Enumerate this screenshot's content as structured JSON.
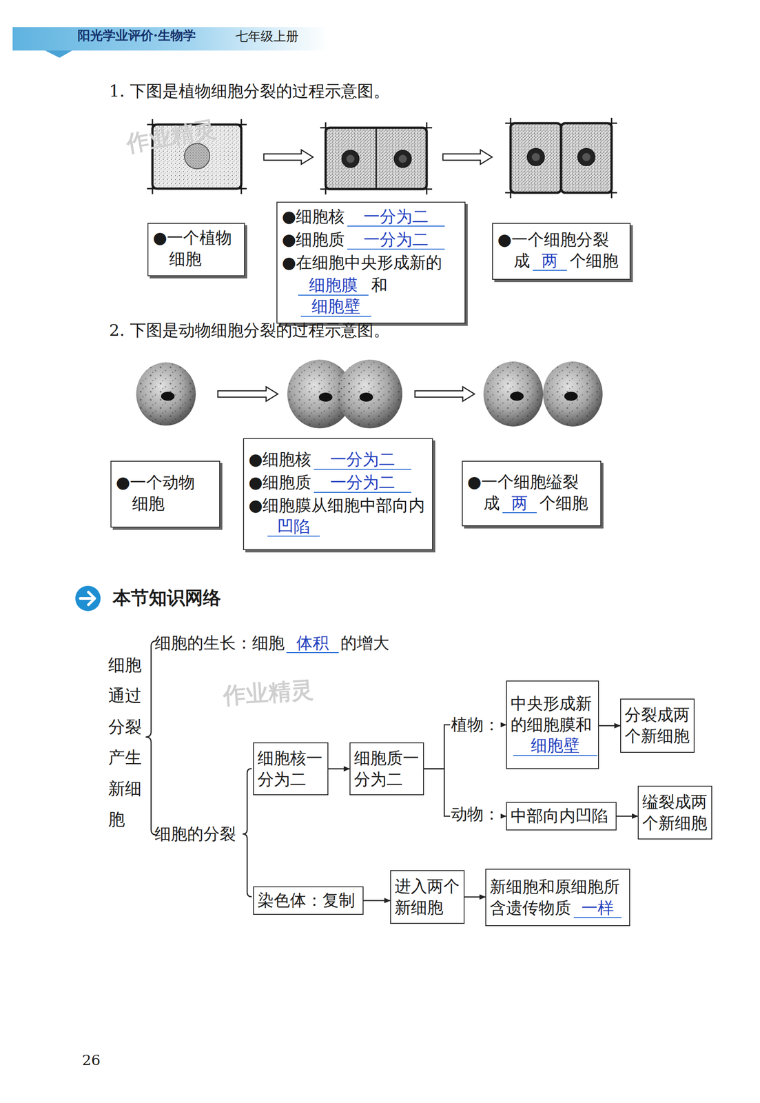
{
  "diagram": {
    "nodes": [
      {
        "text": [
          "●一个植物细胞"
        ]
      },
      {
        "text": [
          "●细胞核",
          "一分为二",
          "●细胞质",
          "一分为二",
          "●在细胞中央形成新的",
          "细胞膜",
          "和",
          "细胞壁"
        ]
      },
      {
        "text": [
          "●一个细胞分裂成",
          "两",
          "个细胞"
        ]
      },
      {
        "text": [
          "●一个动物细胞"
        ]
      },
      {
        "text": [
          "●细胞核",
          "一分为二",
          "●细胞质",
          "一分为二",
          "●细胞膜从细胞中部向内",
          "凹陷"
        ]
      },
      {
        "text": [
          "●一个细胞缢裂成",
          "两",
          "个细胞"
        ]
      },
      {
        "text": [
          "细胞核一分为二"
        ]
      },
      {
        "text": [
          "细胞质一分为二"
        ]
      },
      {
        "text": [
          "中央形成新的细胞膜和",
          "细胞壁"
        ]
      },
      {
        "text": [
          "分裂成两个新细胞"
        ]
      },
      {
        "text": [
          "中部向内凹陷"
        ]
      },
      {
        "text": [
          "缢裂成两个新细胞"
        ]
      },
      {
        "text": [
          "染色体：复制"
        ]
      },
      {
        "text": [
          "进入两个新细胞"
        ]
      },
      {
        "text": [
          "新细胞和原细胞所含遗传物质",
          "一样"
        ]
      }
    ],
    "edges": [
      {
        "from": 6,
        "to": 7,
        "arrow": "to"
      },
      {
        "from": 7,
        "to": 8,
        "arrow": "to"
      },
      {
        "from": 7,
        "to": 10,
        "arrow": "to"
      },
      {
        "from": 8,
        "to": 9,
        "arrow": "to"
      },
      {
        "from": 10,
        "to": 11,
        "arrow": "to"
      },
      {
        "from": 12,
        "to": 13,
        "arrow": "to"
      },
      {
        "from": 13,
        "to": 14,
        "arrow": "to"
      }
    ],
    "labels": [
      "阳光学业评价·生物学",
      "七年级上册",
      "作业精灵",
      "1. 下图是植物细胞分裂的过程示意图。",
      "2. 下图是动物细胞分裂的过程示意图。",
      "本节知识网络",
      "细胞通过分裂产生新细胞",
      "细胞的生长：细胞",
      "体积",
      "的增大",
      "作业精灵",
      "细胞的分裂",
      "植物：",
      "动物：",
      "26"
    ]
  }
}
